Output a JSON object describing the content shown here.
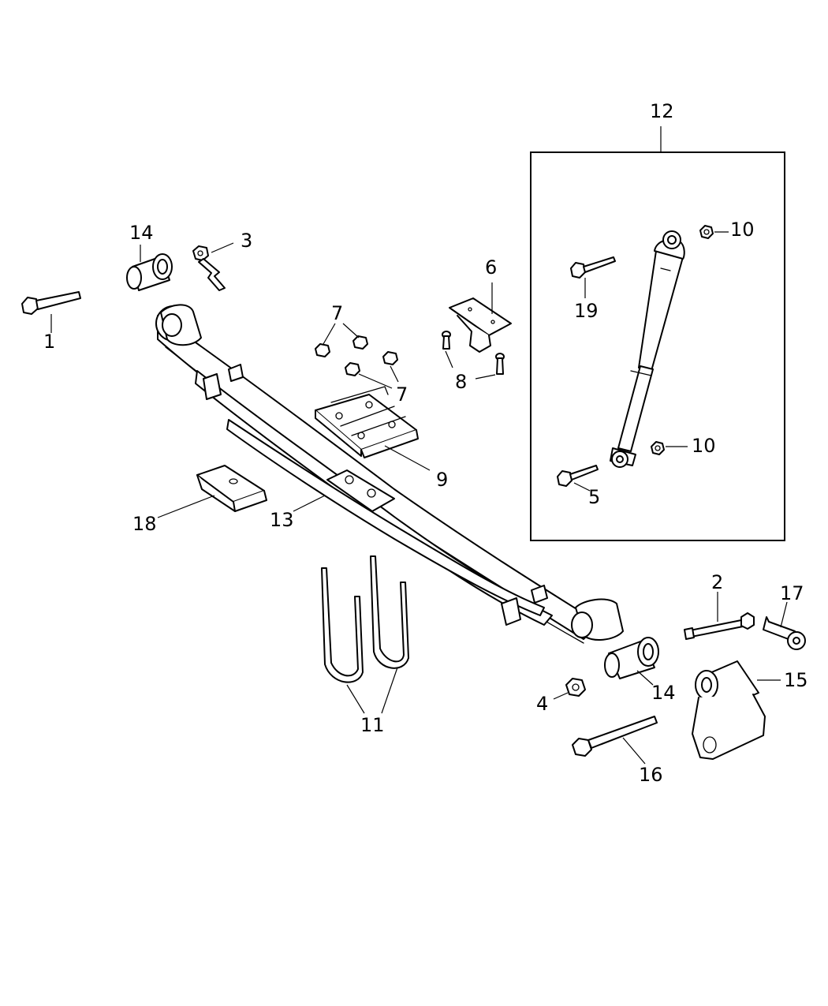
{
  "callouts": {
    "c1": "1",
    "c2": "2",
    "c3": "3",
    "c4": "4",
    "c5": "5",
    "c6": "6",
    "c7a": "7",
    "c7b": "7",
    "c8": "8",
    "c9": "9",
    "c10a": "10",
    "c10b": "10",
    "c11": "11",
    "c12": "12",
    "c13": "13",
    "c14a": "14",
    "c14b": "14",
    "c15": "15",
    "c16": "16",
    "c17": "17",
    "c18": "18",
    "c19": "19"
  }
}
